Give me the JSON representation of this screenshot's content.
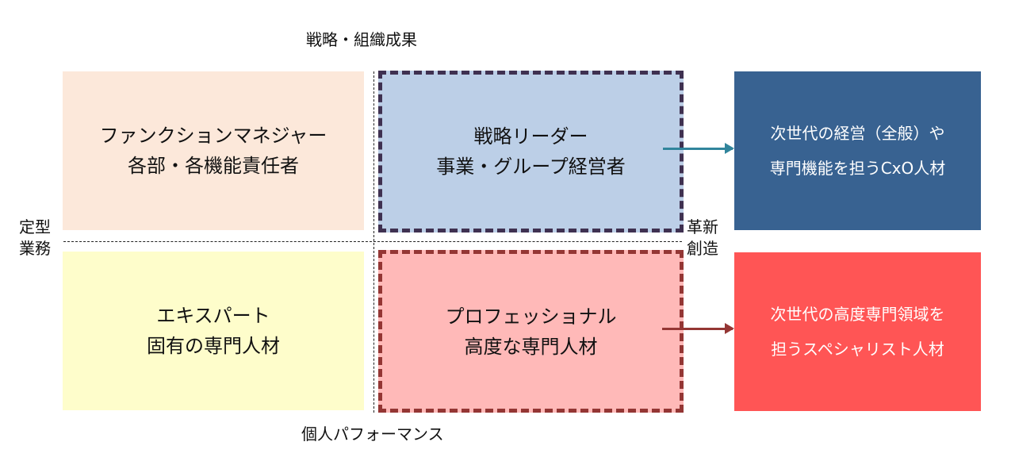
{
  "axes": {
    "top": "戦略・組織成果",
    "bottom": "個人パフォーマンス",
    "left": [
      "定型",
      "業務"
    ],
    "right": [
      "革新",
      "創造"
    ]
  },
  "quadrants": {
    "top_left": {
      "title": "ファンクションマネジャー",
      "subtitle": "各部・各機能責任者",
      "fill": "#FCE8DA"
    },
    "top_right": {
      "title": "戦略リーダー",
      "subtitle": "事業・グループ経営者",
      "fill": "#BCCFE7",
      "border": "#3F3151"
    },
    "bottom_left": {
      "title": "エキスパート",
      "subtitle": "固有の専門人材",
      "fill": "#FEFDCB"
    },
    "bottom_right": {
      "title": "プロフェッショナル",
      "subtitle": "高度な専門人材",
      "fill": "#FFB9B8",
      "border": "#943634"
    }
  },
  "outcomes": {
    "top": {
      "lines": [
        "次世代の経営（全般）や",
        "専門機能を担うCxO人材"
      ],
      "fill": "#386291",
      "arrow_color": "#31859C"
    },
    "bottom": {
      "lines": [
        "次世代の高度専門領域を",
        "担うスペシャリスト人材"
      ],
      "fill": "#FF5555",
      "arrow_color": "#943634"
    }
  }
}
